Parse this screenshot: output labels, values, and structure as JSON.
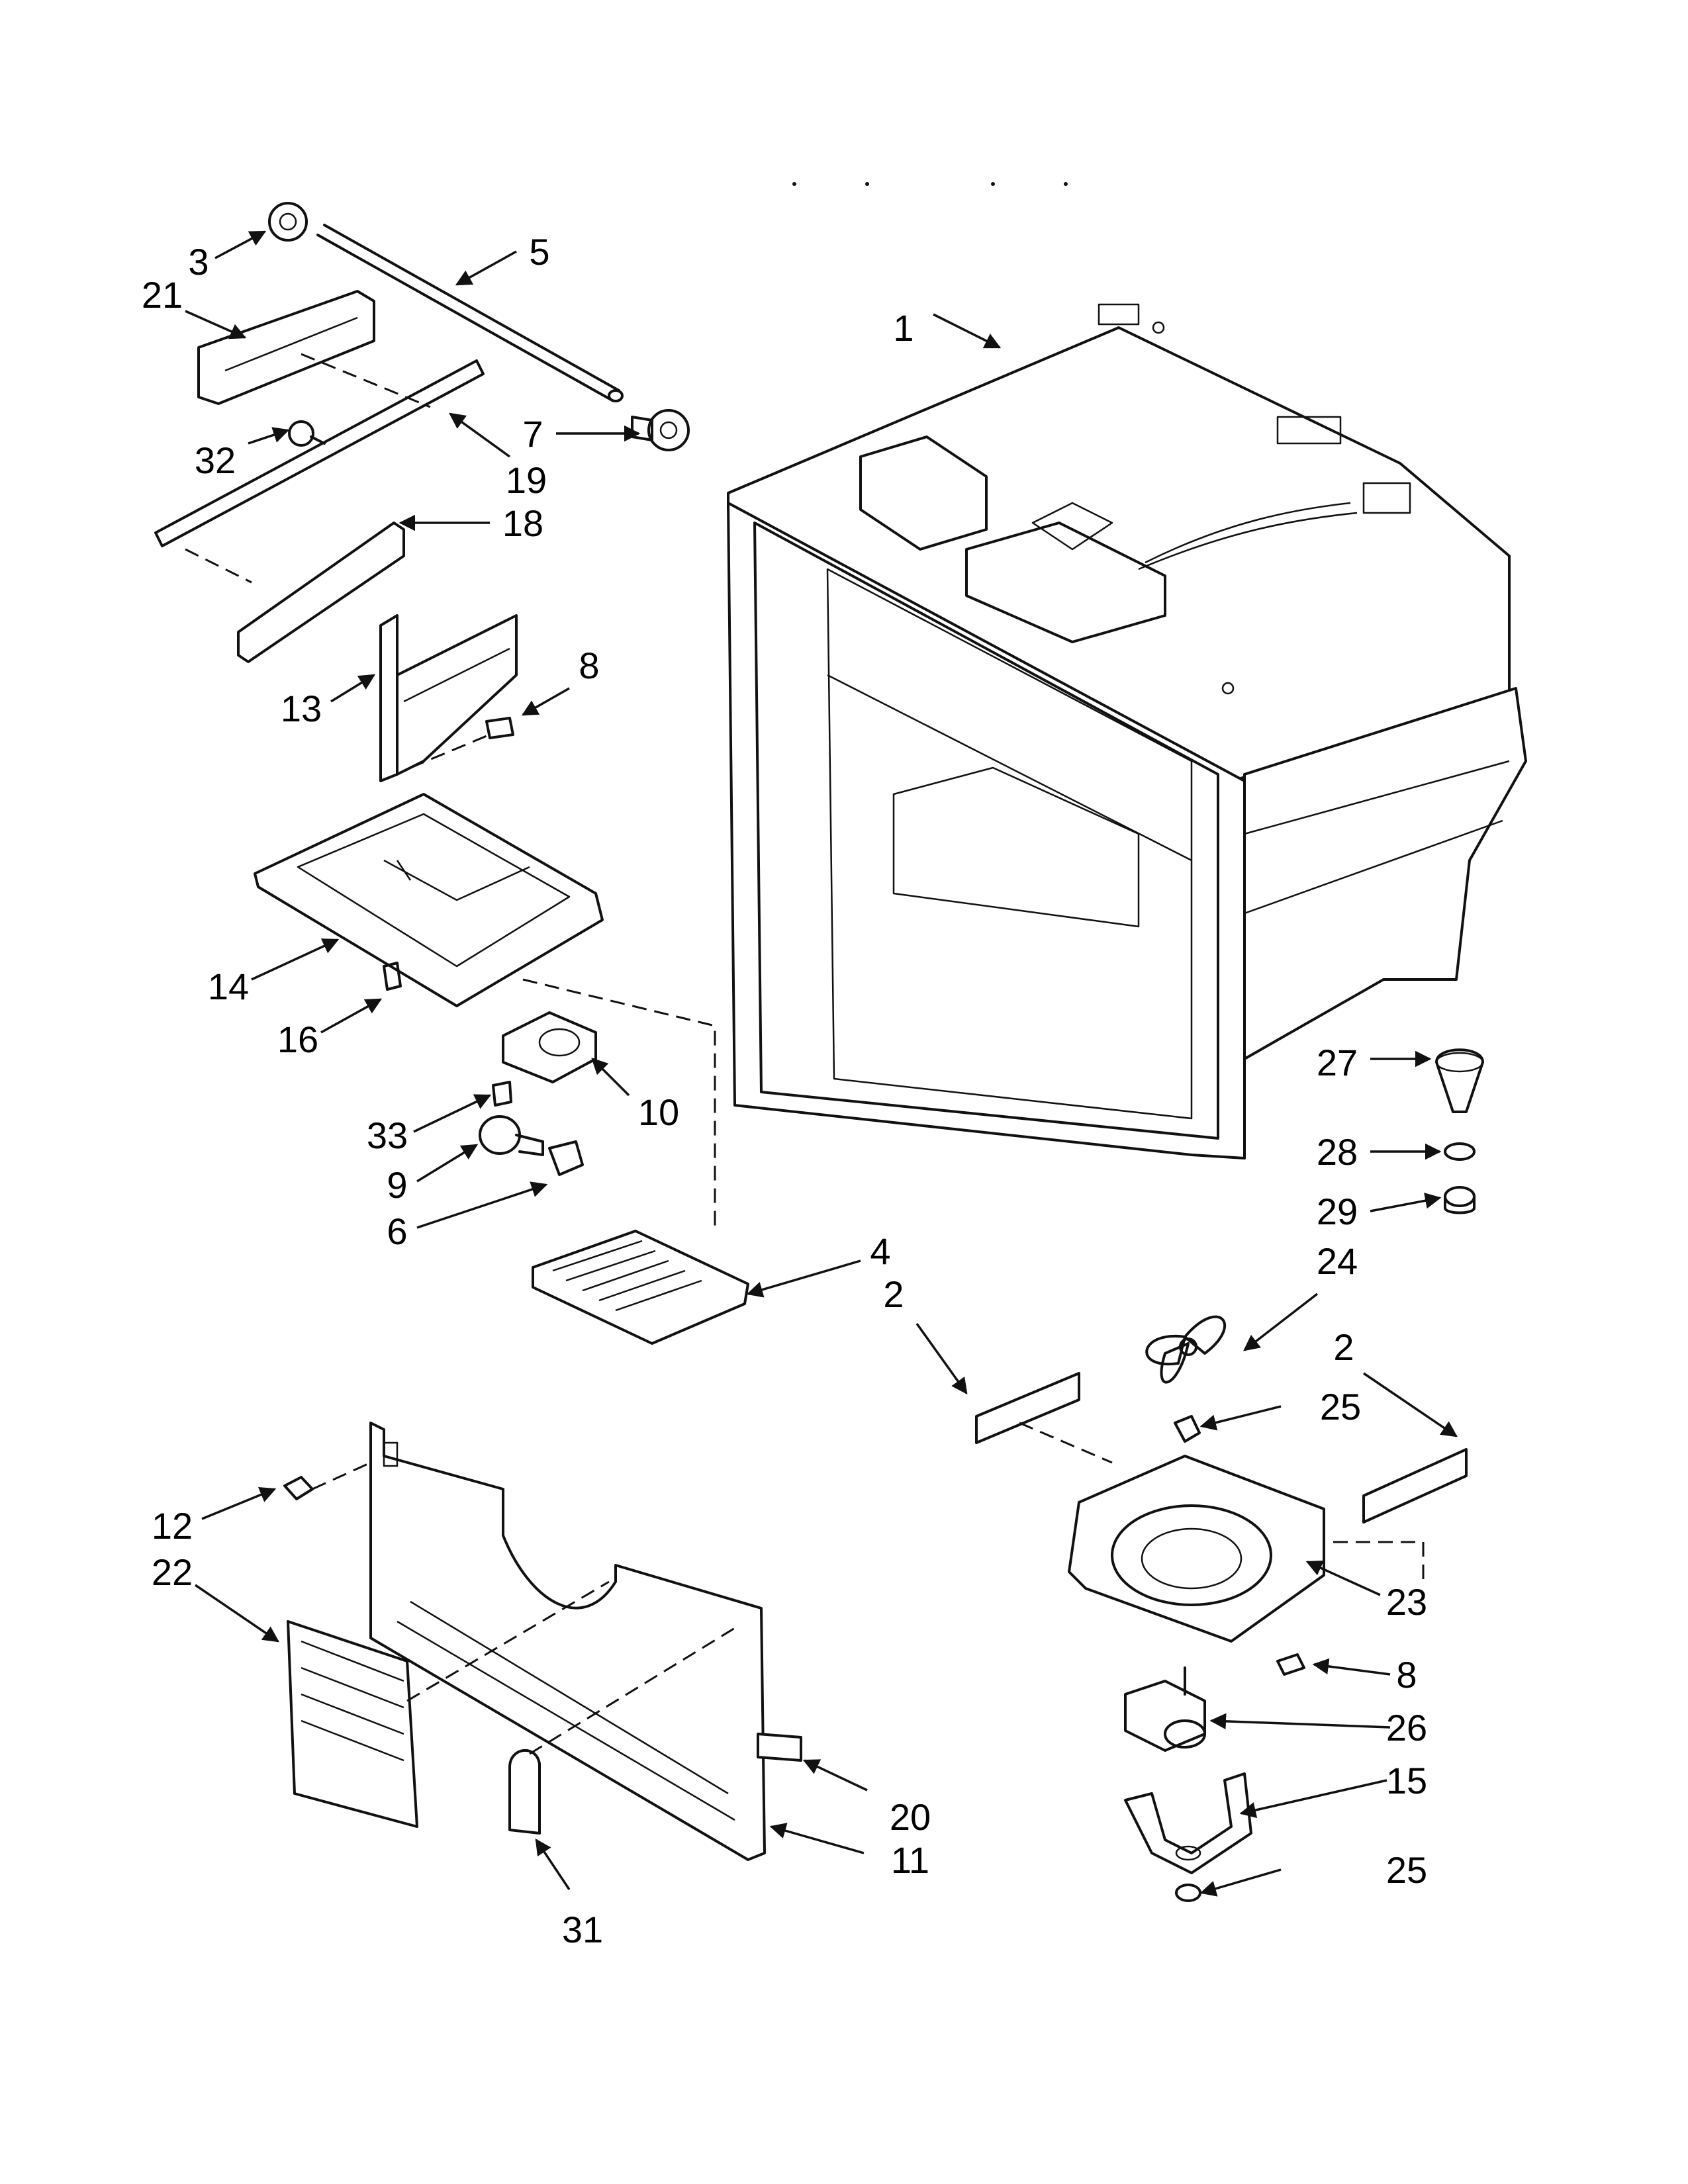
{
  "callouts": [
    {
      "id": "c1",
      "text": "1"
    },
    {
      "id": "c2a",
      "text": "2"
    },
    {
      "id": "c2b",
      "text": "2"
    },
    {
      "id": "c3",
      "text": "3"
    },
    {
      "id": "c4",
      "text": "4"
    },
    {
      "id": "c5",
      "text": "5"
    },
    {
      "id": "c6",
      "text": "6"
    },
    {
      "id": "c7",
      "text": "7"
    },
    {
      "id": "c8a",
      "text": "8"
    },
    {
      "id": "c8b",
      "text": "8"
    },
    {
      "id": "c9",
      "text": "9"
    },
    {
      "id": "c10",
      "text": "10"
    },
    {
      "id": "c11",
      "text": "11"
    },
    {
      "id": "c12",
      "text": "12"
    },
    {
      "id": "c13",
      "text": "13"
    },
    {
      "id": "c14",
      "text": "14"
    },
    {
      "id": "c15",
      "text": "15"
    },
    {
      "id": "c16",
      "text": "16"
    },
    {
      "id": "c18",
      "text": "18"
    },
    {
      "id": "c19",
      "text": "19"
    },
    {
      "id": "c20",
      "text": "20"
    },
    {
      "id": "c21",
      "text": "21"
    },
    {
      "id": "c22",
      "text": "22"
    },
    {
      "id": "c23",
      "text": "23"
    },
    {
      "id": "c24",
      "text": "24"
    },
    {
      "id": "c25a",
      "text": "25"
    },
    {
      "id": "c25b",
      "text": "25"
    },
    {
      "id": "c26",
      "text": "26"
    },
    {
      "id": "c27",
      "text": "27"
    },
    {
      "id": "c28",
      "text": "28"
    },
    {
      "id": "c29",
      "text": "29"
    },
    {
      "id": "c31",
      "text": "31"
    },
    {
      "id": "c32",
      "text": "32"
    },
    {
      "id": "c33",
      "text": "33"
    }
  ]
}
